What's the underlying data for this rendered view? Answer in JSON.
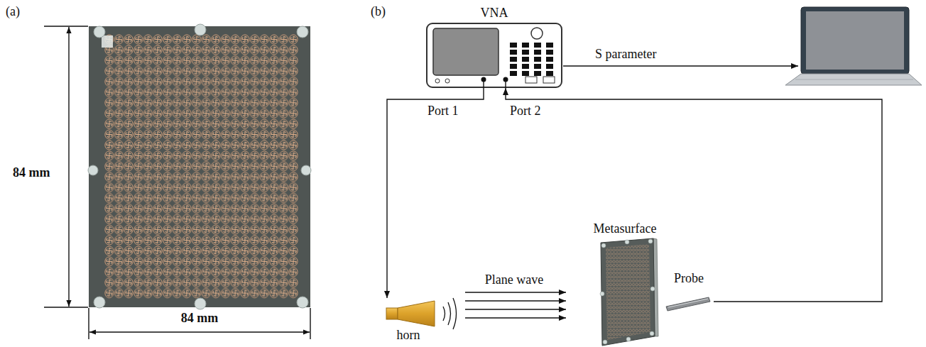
{
  "diagram": {
    "nodes": [
      {
        "text": [
          "VNA"
        ]
      },
      {
        "text": [
          "horn"
        ]
      },
      {
        "text": [
          "Metasurface"
        ]
      },
      {
        "text": [
          "Probe"
        ]
      }
    ],
    "edges": [
      {
        "from": 0,
        "to": 1,
        "label": "Port 1",
        "arrow": "to"
      },
      {
        "from": 3,
        "to": 0,
        "label": "Port 2",
        "arrow": "to"
      }
    ],
    "labels": [
      "(a)",
      "84 mm",
      "84 mm",
      "(b)",
      "S parameter",
      "Plane wave"
    ]
  }
}
